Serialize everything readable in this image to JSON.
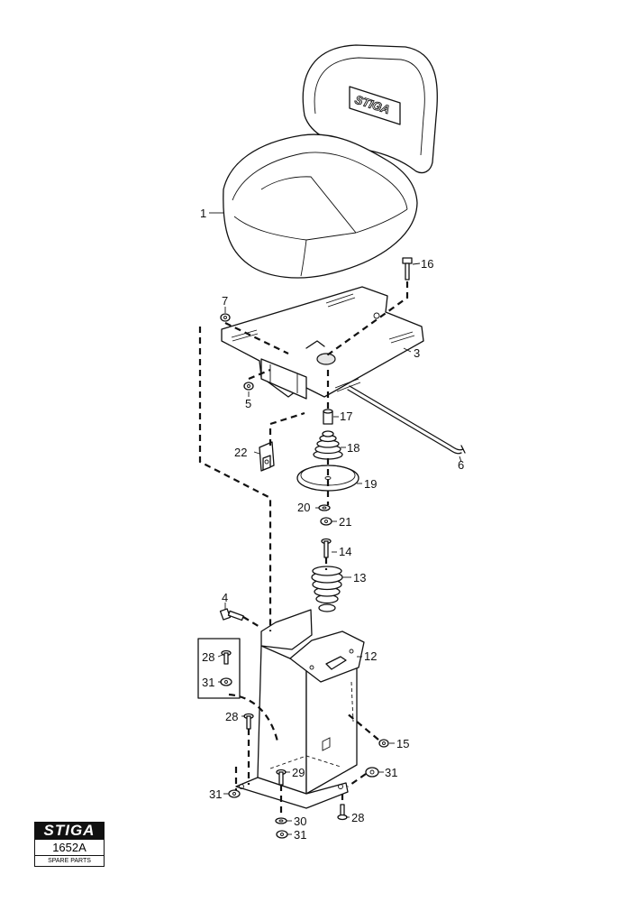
{
  "brand": {
    "logo_text": "STIGA",
    "diagram_code": "1652A",
    "caption": "SPARE PARTS"
  },
  "callouts": {
    "p1": "1",
    "p3": "3",
    "p4": "4",
    "p5": "5",
    "p6": "6",
    "p7": "7",
    "p12": "12",
    "p13": "13",
    "p14": "14",
    "p15": "15",
    "p16": "16",
    "p17": "17",
    "p18": "18",
    "p19": "19",
    "p20": "20",
    "p21": "21",
    "p22": "22",
    "p28a": "28",
    "p28b": "28",
    "p28c": "28",
    "p29": "29",
    "p30": "30",
    "p31a": "31",
    "p31b": "31",
    "p31c": "31",
    "p31d": "31"
  },
  "colors": {
    "line": "#111111",
    "background": "#ffffff"
  }
}
